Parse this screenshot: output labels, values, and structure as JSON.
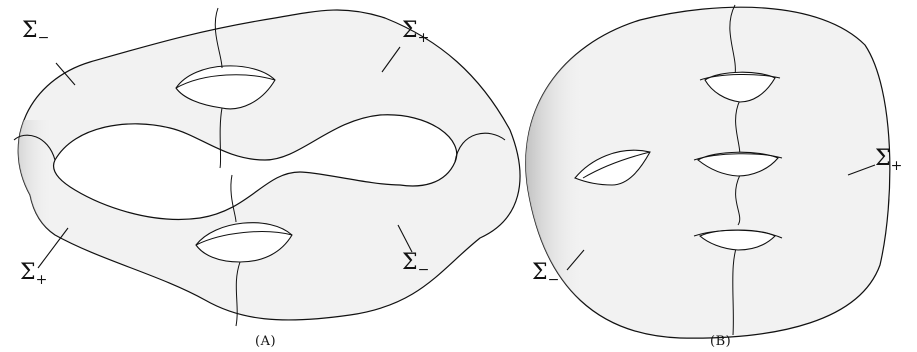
{
  "figure_a": {
    "caption": "(A)",
    "labels": {
      "top_left": {
        "base": "Σ",
        "sub": "−"
      },
      "top_right": {
        "base": "Σ",
        "sub": "+"
      },
      "bottom_left": {
        "base": "Σ",
        "sub": "+"
      },
      "bottom_right": {
        "base": "Σ",
        "sub": "−"
      }
    }
  },
  "figure_b": {
    "caption": "(B)",
    "labels": {
      "right": {
        "base": "Σ",
        "sub": "+"
      },
      "bottom_left": {
        "base": "Σ",
        "sub": "−"
      }
    }
  }
}
